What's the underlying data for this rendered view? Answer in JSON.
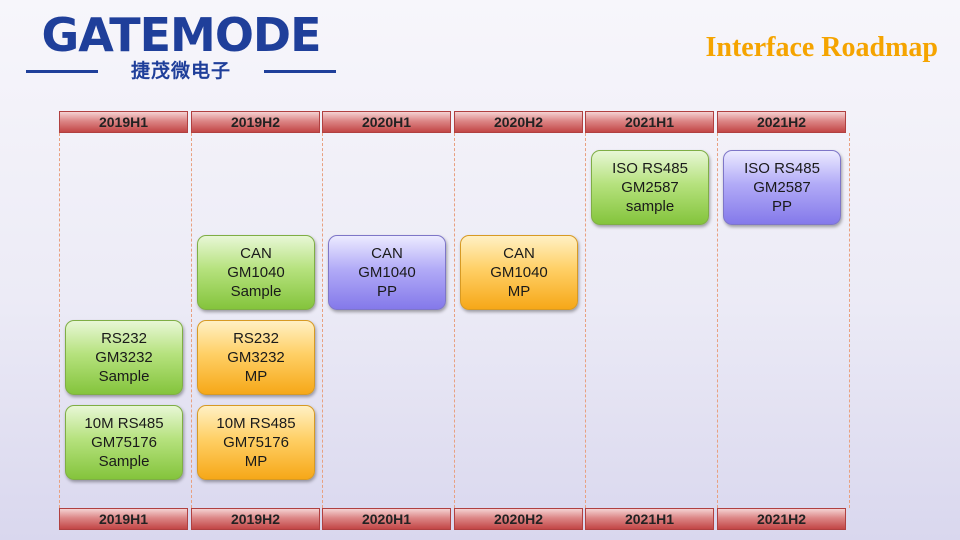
{
  "header": {
    "logo_main": "GATEMODE",
    "logo_sub": "捷茂微电子",
    "title": "Interface Roadmap"
  },
  "periods": [
    "2019H1",
    "2019H2",
    "2020H1",
    "2020H2",
    "2021H1",
    "2021H2"
  ],
  "boxes": [
    {
      "period": 4,
      "status": "sample",
      "color": "green",
      "lines": [
        "ISO RS485",
        "GM2587",
        "sample"
      ]
    },
    {
      "period": 5,
      "status": "PP",
      "color": "purple",
      "lines": [
        "ISO RS485",
        "GM2587",
        "PP"
      ]
    },
    {
      "period": 1,
      "status": "Sample",
      "color": "green",
      "lines": [
        "CAN",
        "GM1040",
        "Sample"
      ]
    },
    {
      "period": 2,
      "status": "PP",
      "color": "purple",
      "lines": [
        "CAN",
        "GM1040",
        "PP"
      ]
    },
    {
      "period": 3,
      "status": "MP",
      "color": "orange",
      "lines": [
        "CAN",
        "GM1040",
        "MP"
      ]
    },
    {
      "period": 0,
      "status": "Sample",
      "color": "green",
      "lines": [
        "RS232",
        "GM3232",
        "Sample"
      ]
    },
    {
      "period": 1,
      "status": "MP",
      "color": "orange",
      "lines": [
        "RS232",
        "GM3232",
        "MP"
      ]
    },
    {
      "period": 0,
      "status": "Sample",
      "color": "green",
      "lines": [
        "10M RS485",
        "GM75176",
        "Sample"
      ]
    },
    {
      "period": 1,
      "status": "MP",
      "color": "orange",
      "lines": [
        "10M RS485",
        "GM75176",
        "MP"
      ]
    }
  ],
  "colors": {
    "green": "#9ed45a",
    "orange": "#ffc13a",
    "purple": "#9f97f2",
    "title": "#f5a400",
    "logo": "#1f3f9a"
  }
}
